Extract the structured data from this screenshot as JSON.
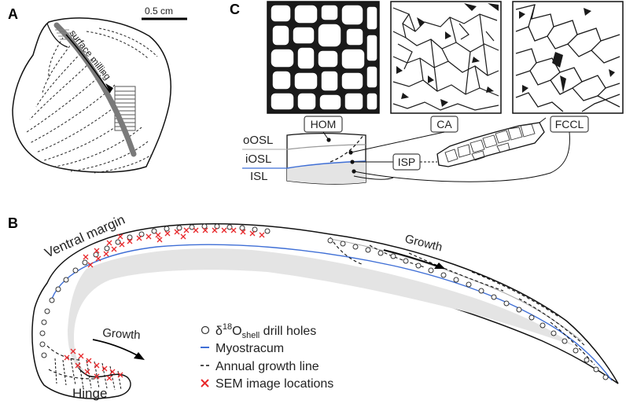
{
  "panels": {
    "a": "A",
    "b": "B",
    "c": "C"
  },
  "panel_a": {
    "scale_bar": "0.5 cm",
    "milling_label": "surface milling"
  },
  "panel_c": {
    "micro_labels": [
      "HOM",
      "CA",
      "FCCL"
    ],
    "layers": [
      "oOSL",
      "iOSL",
      "ISL"
    ],
    "isp_label": "ISP"
  },
  "panel_b": {
    "ventral_margin": "Ventral margin",
    "hinge": "Hinge",
    "growth_1": "Growth",
    "growth_2": "Growth"
  },
  "legend": {
    "drill_prefix": "δ",
    "drill_sup": "18",
    "drill_O": "O",
    "drill_sub": "shell",
    "drill_suffix": " drill holes",
    "myostracum": "Myostracum",
    "annual": "Annual growth line",
    "sem": "SEM image locations"
  },
  "colors": {
    "myostracum": "#3f6fd6",
    "sem": "#e8282b",
    "inner_layer": "#e4e4e4",
    "milling": "#7a7a7a"
  }
}
